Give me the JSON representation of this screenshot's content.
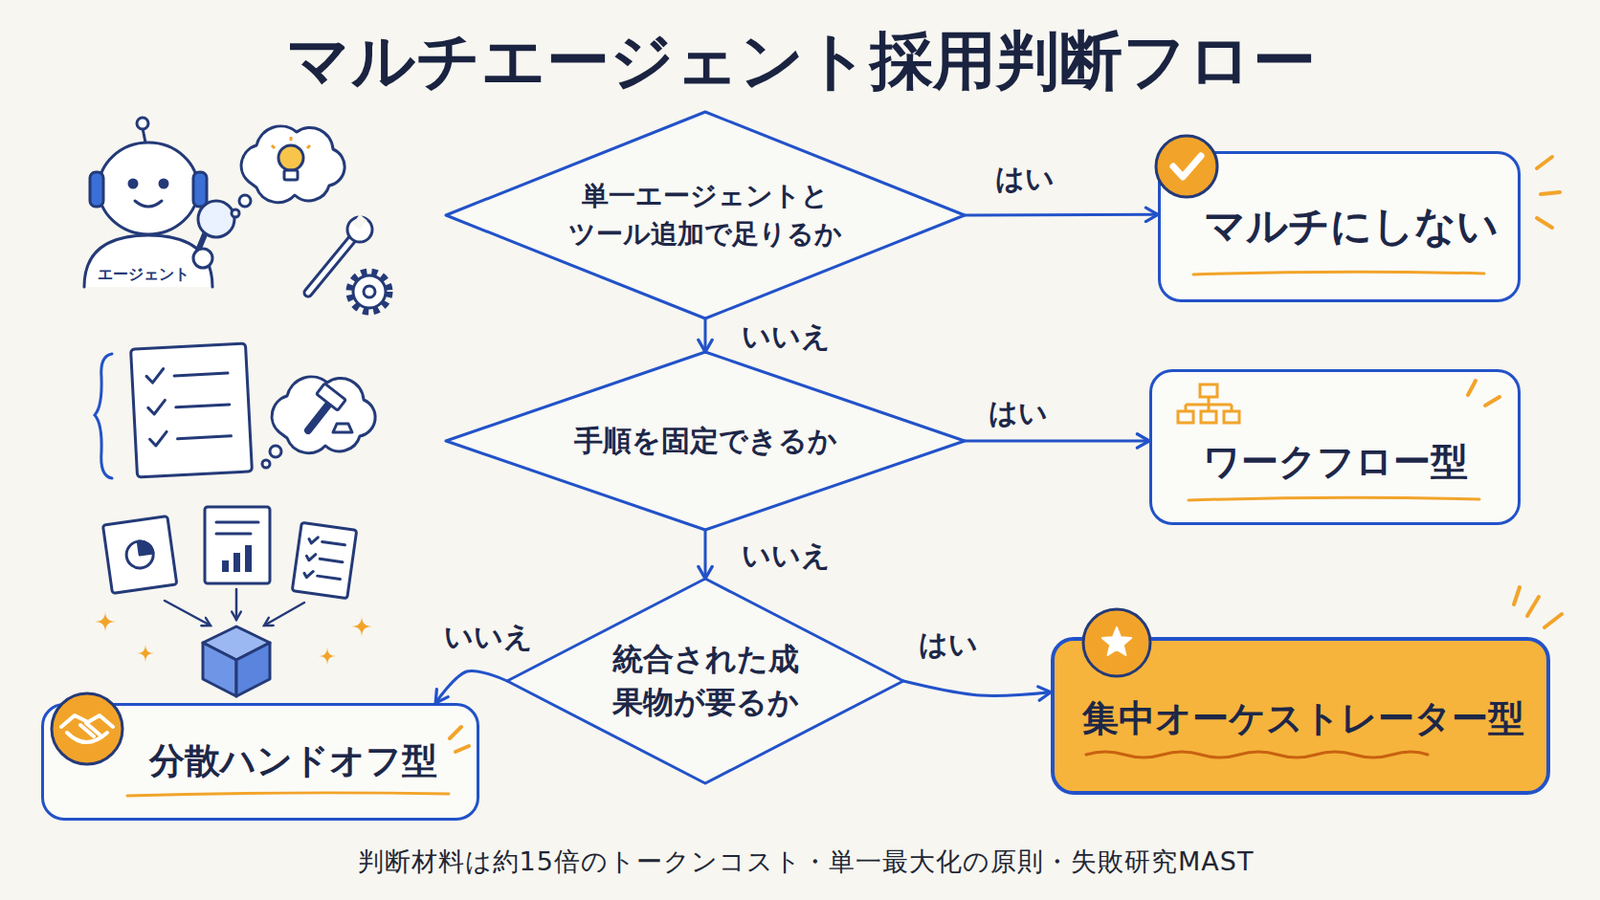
{
  "diagram": {
    "title": "マルチエージェント採用判断フロー",
    "caption": "判断材料は約15倍のトークンコスト・単一最大化の原則・失敗研究MAST",
    "nodes": [
      {
        "text": [
          "単一エージェントとツール追加で足りるか"
        ]
      },
      {
        "text": [
          "マルチにしない"
        ]
      },
      {
        "text": [
          "手順を固定できるか"
        ]
      },
      {
        "text": [
          "ワークフロー型"
        ]
      },
      {
        "text": [
          "統合された成果物が要るか"
        ]
      },
      {
        "text": [
          "分散ハンドオフ型"
        ]
      },
      {
        "text": [
          "集中オーケストレーター型"
        ]
      }
    ],
    "edges": [
      {
        "from": 0,
        "to": 1,
        "arrow": "to",
        "label": "はい"
      },
      {
        "from": 0,
        "to": 2,
        "arrow": "to",
        "label": "いいえ"
      },
      {
        "from": 2,
        "to": 3,
        "arrow": "to",
        "label": "はい"
      },
      {
        "from": 2,
        "to": 4,
        "arrow": "to",
        "label": "いいえ"
      },
      {
        "from": 4,
        "to": 5,
        "arrow": "to",
        "label": "いいえ"
      },
      {
        "from": 4,
        "to": 6,
        "arrow": "to",
        "label": "はい"
      }
    ],
    "labels": [
      "エージェント"
    ]
  }
}
